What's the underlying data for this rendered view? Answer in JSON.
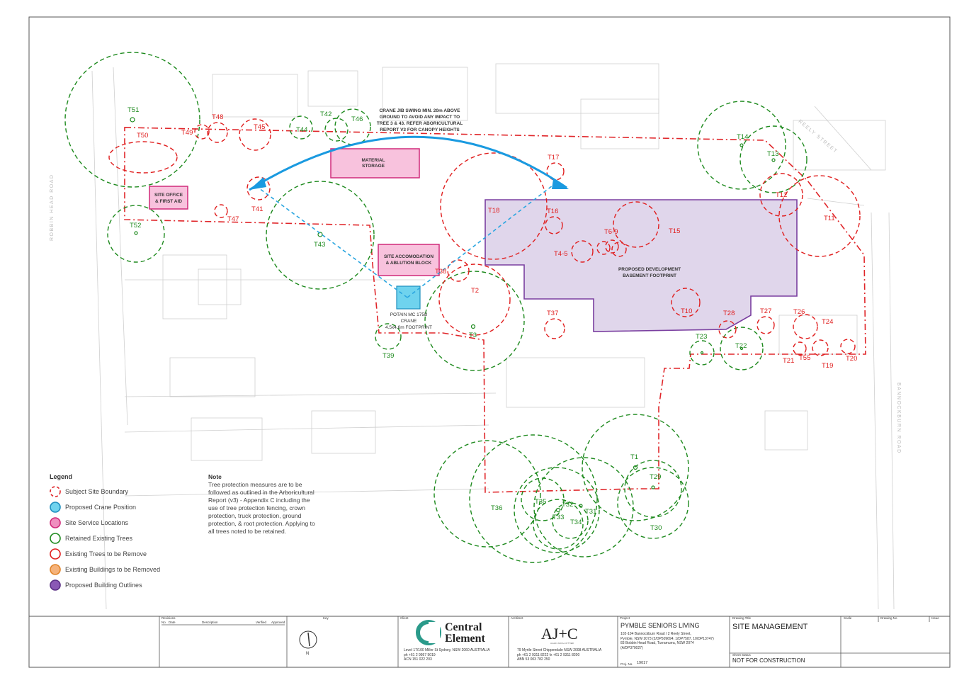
{
  "legend": {
    "title": "Legend",
    "items": [
      {
        "label": "Subject Site Boundary",
        "style": "dashed-red"
      },
      {
        "label": "Proposed Crane Position",
        "color": "#6fd3ee"
      },
      {
        "label": "Site Service Locations",
        "color": "#ef8fbf"
      },
      {
        "label": "Retained Existing Trees",
        "color": "#1e8a1e"
      },
      {
        "label": "Existing Trees to be Remove",
        "color": "#e01e1e"
      },
      {
        "label": "Existing Buildings to be Removed",
        "color": "#f5b27a"
      },
      {
        "label": "Proposed Building Outlines",
        "color": "#7a3fa0"
      }
    ]
  },
  "note": {
    "title": "Note",
    "lines": [
      "Tree protection measures are to be",
      "followed as outlined in the Arboricultural",
      "Report (v3) - Appendix C including the",
      "use of tree protection fencing, crown",
      "protection, truck protection, ground",
      "protection, & root protection. Applying to",
      "all trees noted to be retained."
    ]
  },
  "annotations": {
    "crane_note": [
      "CRANE JIB SWING MIN. 20m ABOVE",
      "GROUND TO AVOID ANY IMPACT TO",
      "TREE 3 & 43. REFER ABORICULTURAL",
      "REPORT V3 FOR CANOPY HEIGHTS"
    ],
    "material_storage": [
      "MATERIAL",
      "STORAGE"
    ],
    "site_office": [
      "SITE OFFICE",
      "& FIRST AID"
    ],
    "accommodation": [
      "SITE ACCOMODATION",
      "& ABLUTION BLOCK"
    ],
    "crane": [
      "POTAIN MC 175B",
      "CRANE",
      "4.5x4.6m FOOTPRINT"
    ],
    "basement": [
      "PROPOSED DEVELOPMENT",
      "BASEMENT FOOTPRINT"
    ]
  },
  "streets": {
    "left": "ROBBIN HEAD ROAD",
    "right": "BANNOCKBURN ROAD",
    "top_right": "REELY STREET"
  },
  "trees": {
    "retained": [
      "T51",
      "T42",
      "T46",
      "T44",
      "T52",
      "T43",
      "T3",
      "T39",
      "T14",
      "T13",
      "T23",
      "T22",
      "T1",
      "T29",
      "T36",
      "T35",
      "T32",
      "T31",
      "T33",
      "T34",
      "T30"
    ],
    "removed": [
      "T48",
      "T49",
      "T45",
      "T50",
      "T41",
      "T47",
      "T38",
      "T2",
      "T18",
      "T17",
      "T16",
      "T6-9",
      "T15",
      "T4-5",
      "T10",
      "T37",
      "T28",
      "T27",
      "T26",
      "T24",
      "T21",
      "T55",
      "T19",
      "T20",
      "T12",
      "T11"
    ]
  },
  "title_block": {
    "revisions_header": {
      "title": "Revisions",
      "no": "No",
      "date": "Date",
      "description": "Description",
      "verified": "Verified",
      "approved": "Approved"
    },
    "key_label": "Key",
    "north": "N",
    "client_label": "Client",
    "client_logo": [
      "Central",
      "Element"
    ],
    "client_address": [
      "Level 17/100 Miller St Sydney, NSW 2060 AUSTRALIA",
      "ph +61 2 9957 5019",
      "ACN 151 022 203"
    ],
    "architect_label": "Architect",
    "architect_logo": "AJ+C",
    "architect_logo_sub": "ALLEN JACK+COTTIER",
    "architect_address": [
      "79 Myrtle Street Chippendale NSW 2008 AUSTRALIA",
      "ph +61 2 9311 8222 fx +61 2 9311 8200",
      "ABN 53 003 782 250"
    ],
    "project_label": "Project",
    "project_name": "PYMBLE SENIORS LIVING",
    "project_address": [
      "102-104 Bannockburn Road / 2 Reely Street,",
      "Pymble, NSW 2073 (2/DP509694, 1/DP7587, 10/DP13747)",
      "83 Bobbin Head Road, Turramurra, NSW 2074",
      "(A/DP370027)"
    ],
    "project_no_label": "Proj. No.",
    "project_no": "19017",
    "drawing_title_label": "Drawing Title",
    "drawing_title": "SITE MANAGEMENT",
    "sheet_status_label": "Sheet Status",
    "sheet_status": "NOT FOR CONSTRUCTION",
    "scale_label": "Scale",
    "drawing_no_label": "Drawing No",
    "issue_label": "Issue"
  }
}
